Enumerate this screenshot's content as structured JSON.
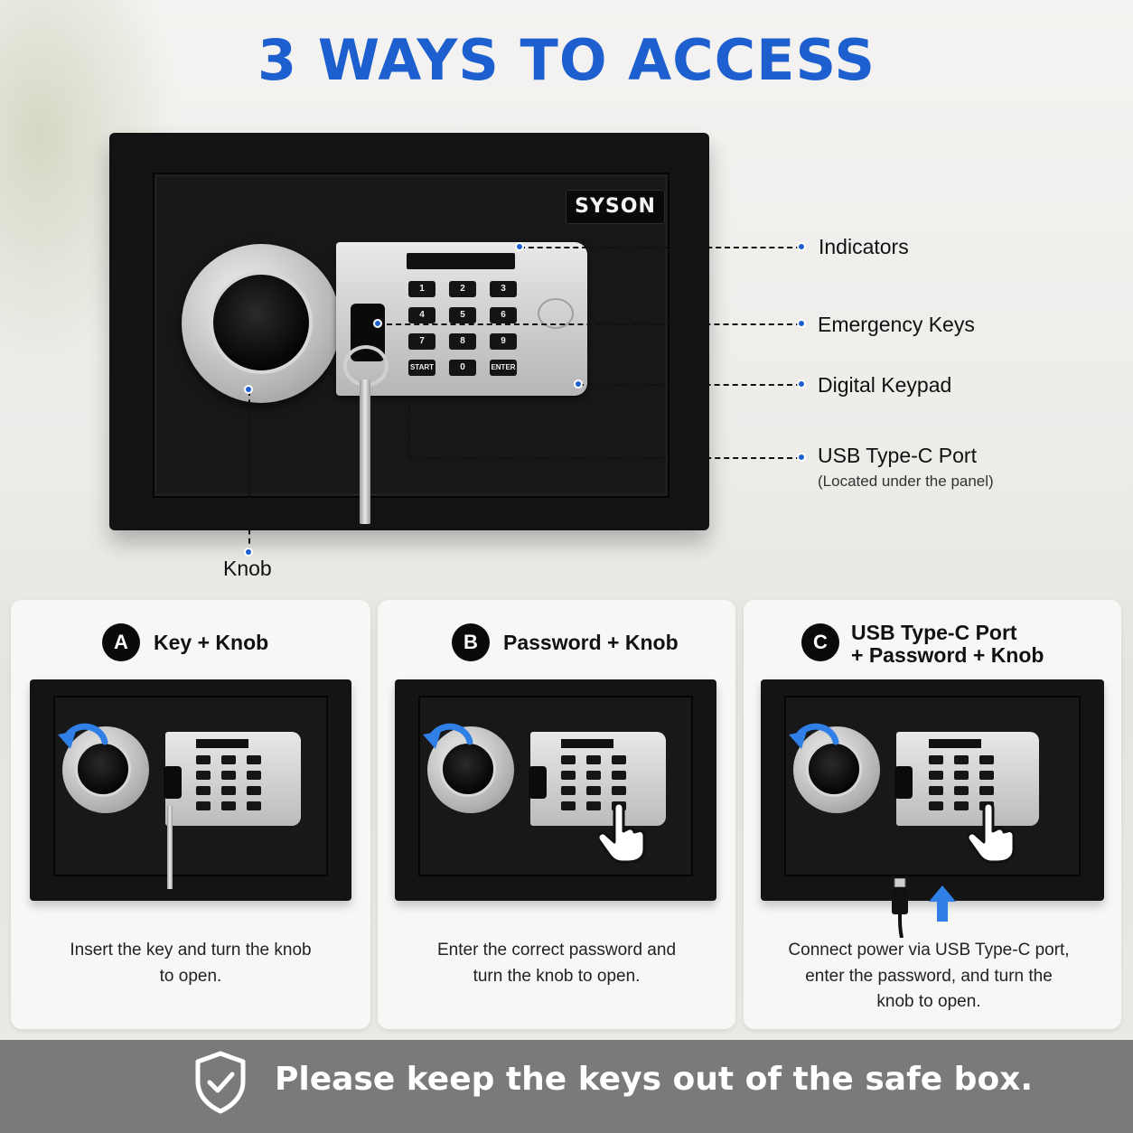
{
  "title": "3 WAYS TO ACCESS",
  "brand": "SYSON",
  "keypad": {
    "keys": [
      "1",
      "2",
      "3",
      "4",
      "5",
      "6",
      "7",
      "8",
      "9",
      "START",
      "0",
      "ENTER"
    ]
  },
  "callouts": {
    "indicators": "Indicators",
    "emergency_keys": "Emergency Keys",
    "digital_keypad": "Digital Keypad",
    "usb_port": "USB Type-C Port",
    "usb_port_note": "(Located under the panel)",
    "knob": "Knob"
  },
  "methods": [
    {
      "badge": "A",
      "title_line1": "Key + Knob",
      "title_line2": "",
      "description_line1": "Insert the key and turn the knob",
      "description_line2": "to open.",
      "description_line3": ""
    },
    {
      "badge": "B",
      "title_line1": "Password + Knob",
      "title_line2": "",
      "description_line1": "Enter the correct password and",
      "description_line2": "turn the knob to open.",
      "description_line3": ""
    },
    {
      "badge": "C",
      "title_line1": "USB Type-C Port",
      "title_line2": "+ Password + Knob",
      "description_line1": "Connect power via USB Type-C port,",
      "description_line2": "enter the password, and turn the",
      "description_line3": "knob to open."
    }
  ],
  "footer": {
    "icon": "shield-check-icon",
    "text": "Please keep the keys out of the safe box."
  },
  "colors": {
    "accent": "#1e5fcf",
    "footer_bg": "#7a7a7a",
    "safe_body": "#131313"
  }
}
